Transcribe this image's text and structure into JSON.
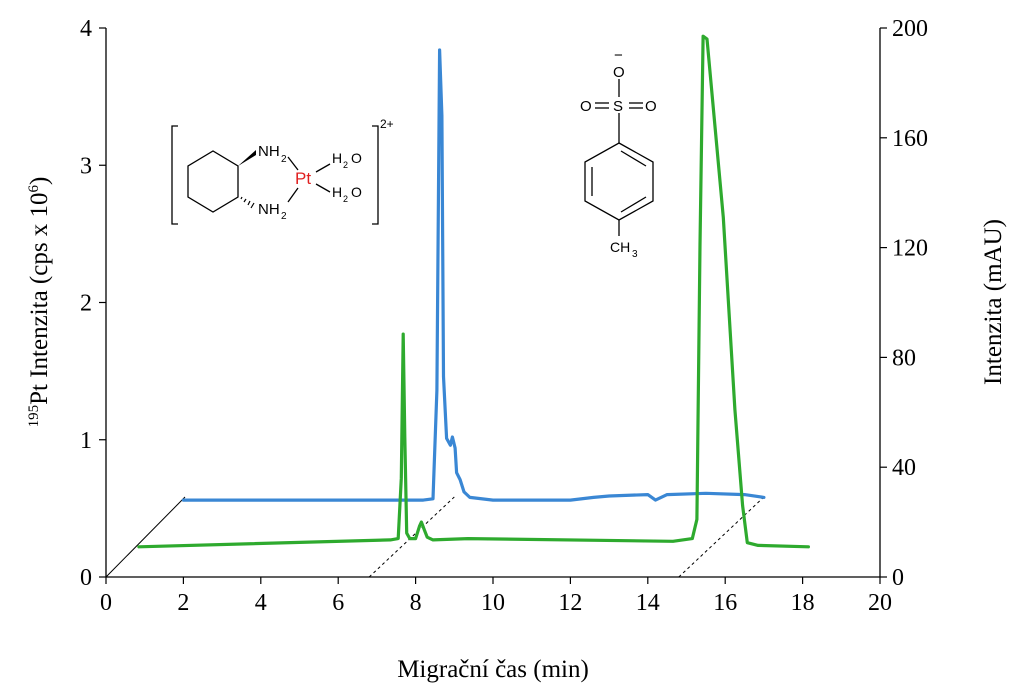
{
  "chart_data": {
    "type": "line",
    "title": "",
    "xlabel": "Migrační čas (min)",
    "ylabel_left": {
      "sup": "195",
      "text": "Pt Intenzita (cps x 10",
      "exp": "6",
      "close": ")"
    },
    "ylabel_right": "Intenzita (mAU)",
    "xlim": [
      0,
      20
    ],
    "ylim_left": [
      0,
      4
    ],
    "ylim_right": [
      0,
      200
    ],
    "x_ticks": [
      "0",
      "2",
      "4",
      "6",
      "8",
      "10",
      "12",
      "14",
      "16",
      "18",
      "20"
    ],
    "y_ticks_left": [
      "0",
      "1",
      "2",
      "3",
      "4"
    ],
    "y_ticks_right": [
      "0",
      "40",
      "80",
      "120",
      "160",
      "200"
    ],
    "grid": false,
    "legend": "none",
    "series": [
      {
        "color": "#3a87d4",
        "axis": "left",
        "offset_x": 2,
        "offset_y": 0.56,
        "points": [
          [
            0,
            0
          ],
          [
            6.2,
            0
          ],
          [
            6.45,
            0.01
          ],
          [
            6.55,
            0.8
          ],
          [
            6.62,
            3.28
          ],
          [
            6.68,
            2.8
          ],
          [
            6.72,
            0.9
          ],
          [
            6.8,
            0.45
          ],
          [
            6.9,
            0.4
          ],
          [
            6.95,
            0.46
          ],
          [
            7.02,
            0.38
          ],
          [
            7.06,
            0.2
          ],
          [
            7.15,
            0.15
          ],
          [
            7.25,
            0.06
          ],
          [
            7.4,
            0.02
          ],
          [
            8.0,
            0.0
          ],
          [
            10.0,
            0.0
          ],
          [
            10.6,
            0.02
          ],
          [
            11.0,
            0.03
          ],
          [
            12.0,
            0.04
          ],
          [
            12.2,
            0.0
          ],
          [
            12.5,
            0.04
          ],
          [
            13.5,
            0.05
          ],
          [
            14.5,
            0.04
          ],
          [
            15.0,
            0.02
          ]
        ]
      },
      {
        "color": "#2eaa2e",
        "axis": "left",
        "offset_x": 0.85,
        "offset_y": 0.22,
        "points": [
          [
            0,
            0
          ],
          [
            6.5,
            0.05
          ],
          [
            6.7,
            0.06
          ],
          [
            6.78,
            0.5
          ],
          [
            6.83,
            1.55
          ],
          [
            6.87,
            0.8
          ],
          [
            6.92,
            0.1
          ],
          [
            7.0,
            0.06
          ],
          [
            7.15,
            0.06
          ],
          [
            7.25,
            0.15
          ],
          [
            7.3,
            0.18
          ],
          [
            7.38,
            0.12
          ],
          [
            7.45,
            0.07
          ],
          [
            7.6,
            0.05
          ],
          [
            8.5,
            0.06
          ],
          [
            13.8,
            0.04
          ],
          [
            14.3,
            0.06
          ],
          [
            14.42,
            0.2
          ],
          [
            14.5,
            2.2
          ],
          [
            14.58,
            3.72
          ],
          [
            14.68,
            3.7
          ],
          [
            15.1,
            2.4
          ],
          [
            15.4,
            1.0
          ],
          [
            15.6,
            0.3
          ],
          [
            15.72,
            0.03
          ],
          [
            16.0,
            0.01
          ],
          [
            17.3,
            0.0
          ]
        ]
      }
    ]
  },
  "structure_left": {
    "labels": [
      "NH",
      "2",
      "NH",
      "2",
      "Pt",
      "H",
      "2",
      "O",
      "H",
      "2",
      "O",
      "2+"
    ],
    "metal_color": "#e02020"
  },
  "structure_right": {
    "labels": [
      "O",
      "−",
      "S",
      "O",
      "O",
      "CH",
      "3"
    ]
  },
  "guides": [
    {
      "x_data": [
        6.8,
        9.0
      ]
    },
    {
      "x_data": [
        14.8,
        17.0
      ]
    }
  ]
}
